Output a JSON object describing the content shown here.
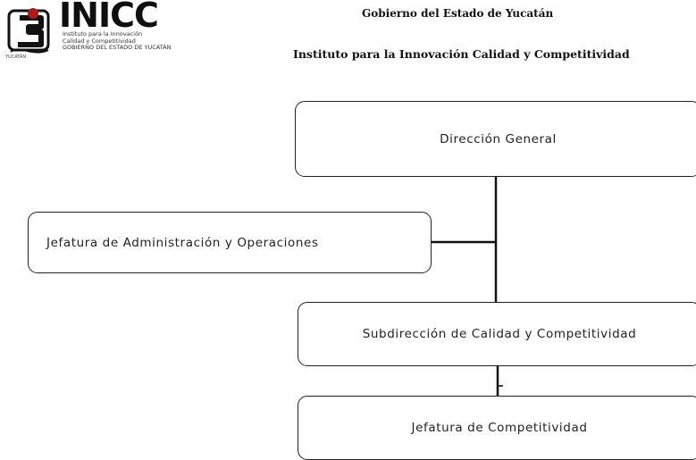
{
  "header": {
    "logo_name": "INICC",
    "logo_tagline_line1": "Instituto para la Innovación",
    "logo_tagline_line2": "Calidad y Competitividad",
    "logo_tagline_line3": "GOBIERNO DEL ESTADO DE YUCATÁN",
    "logo_subline": "YUCATÁN",
    "government": "Gobierno del Estado de Yucatán",
    "institute": "Instituto para la Innovación Calidad y Competitividad"
  },
  "org_chart": {
    "direccion_general": "Dirección General",
    "jefatura_administracion": "Jefatura de Administración y Operaciones",
    "subdireccion": "Subdirección de Calidad y Competitividad",
    "jefatura_competitividad": "Jefatura de Competitividad"
  },
  "colors": {
    "ink": "#222222",
    "logo_red": "#b11a1a",
    "background": "#ffffff"
  }
}
